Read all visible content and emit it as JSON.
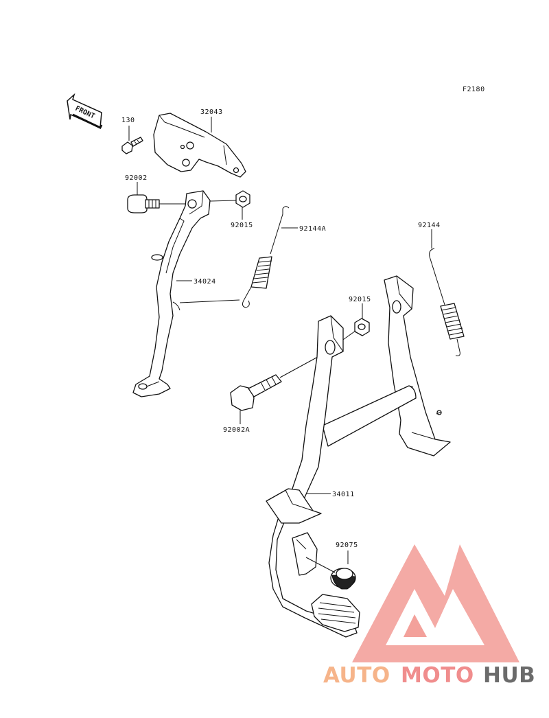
{
  "figure_code": "F2180",
  "front_label": "FRONT",
  "watermark": {
    "part1": "AUTO",
    "part2": "MOTO",
    "part3": "HUB",
    "colors": {
      "auto": "#f6b48a",
      "moto": "#f08d8d",
      "hub": "#6b6b6b",
      "logo": "#f3a19b"
    }
  },
  "parts": {
    "p130": "130",
    "p32043": "32043",
    "p92002": "92002",
    "p92015_upper": "92015",
    "p92144A": "92144A",
    "p34024": "34024",
    "p92144": "92144",
    "p92015_lower": "92015",
    "p92002A": "92002A",
    "p34011": "34011",
    "p92075": "92075"
  }
}
